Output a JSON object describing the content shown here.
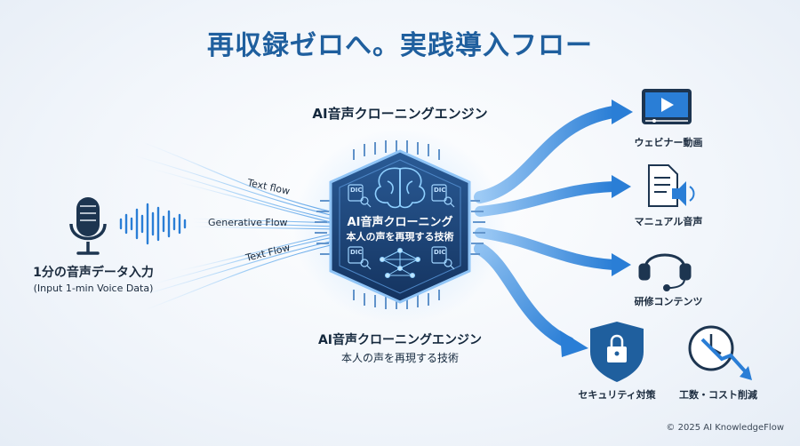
{
  "title": "再収録ゼロへ。実践導入フロー",
  "engine": {
    "top_label": "AI音声クローニングエンジン",
    "chip_title": "AI音声クローニング",
    "chip_subtitle": "本人の声を再現する技術",
    "bottom_label": "AI音声クローニングエンジン",
    "bottom_sub": "本人の声を再現する技術",
    "dic_label": "DIC"
  },
  "flows": {
    "upper": "Text flow",
    "middle": "Generative Flow",
    "lower": "Text Flow"
  },
  "input": {
    "label": "1分の音声データ入力",
    "sublabel": "(Input 1-min Voice Data)",
    "icon": "microphone-icon"
  },
  "outputs": [
    {
      "label": "ウェビナー動画",
      "icon": "video-player-icon"
    },
    {
      "label": "マニュアル音声",
      "icon": "document-speaker-icon"
    },
    {
      "label": "研修コンテンツ",
      "icon": "headset-icon"
    },
    {
      "label": "セキュリティ対策",
      "icon": "shield-lock-icon"
    },
    {
      "label": "工数・コスト削減",
      "icon": "clock-down-arrow-icon"
    }
  ],
  "footer": "© 2025 AI KnowledgeFlow",
  "colors": {
    "accent": "#2f86dd",
    "dark": "#1f5f9e",
    "chip": "#1c3f73"
  }
}
